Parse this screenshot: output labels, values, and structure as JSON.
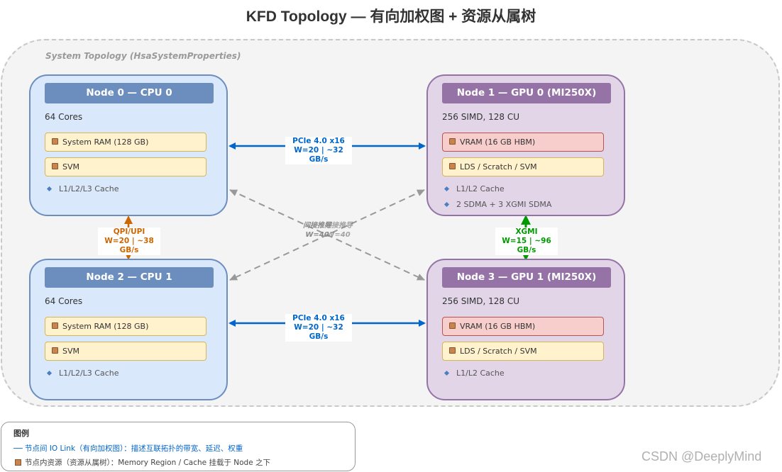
{
  "title": "KFD Topology — 有向加权图 + 资源从属树",
  "system_label": "System Topology (HsaSystemProperties)",
  "nodes": [
    {
      "header": "Node 0 — CPU 0",
      "sub": "64 Cores",
      "resources": [
        "System RAM (128 GB)",
        "SVM"
      ],
      "caches": [
        "L1/L2/L3 Cache"
      ]
    },
    {
      "header": "Node 1 — GPU 0 (MI250X)",
      "sub": "256 SIMD, 128 CU",
      "resources": [
        "VRAM (16 GB HBM)",
        "LDS / Scratch / SVM"
      ],
      "caches": [
        "L1/L2 Cache",
        "2 SDMA + 3 XGMI SDMA"
      ]
    },
    {
      "header": "Node 2 — CPU 1",
      "sub": "64 Cores",
      "resources": [
        "System RAM (128 GB)",
        "SVM"
      ],
      "caches": [
        "L1/L2/L3 Cache"
      ]
    },
    {
      "header": "Node 3 — GPU 1 (MI250X)",
      "sub": "256 SIMD, 128 CU",
      "resources": [
        "VRAM (16 GB HBM)",
        "LDS / Scratch / SVM"
      ],
      "caches": [
        "L1/L2 Cache"
      ]
    }
  ],
  "links": {
    "pcie_top": {
      "line1": "PCIe 4.0 x16",
      "line2": "W=20 | ~32 GB/s"
    },
    "pcie_bottom": {
      "line1": "PCIe 4.0 x16",
      "line2": "W=20 | ~32 GB/s"
    },
    "qpi": {
      "line1": "QPI/UPI",
      "line2": "W=20 | ~38 GB/s"
    },
    "xgmi": {
      "line1": "XGMI",
      "line2": "W=15 | ~96 GB/s"
    },
    "indirect": {
      "line1": "间接推导",
      "line2": "W=40",
      "line3": "间接推导",
      "line4": "W=40"
    }
  },
  "colors": {
    "pcie": "#0066cc",
    "qpi": "#cc6600",
    "xgmi": "#009900",
    "indirect": "#999999"
  },
  "legend": {
    "title": "图例",
    "line_item": "── 节点间 IO Link（有向加权图）：描述互联拓扑的带宽、延迟、权重",
    "res_item": "节点内资源（资源从属树）：Memory Region / Cache 挂载于 Node 之下"
  },
  "watermark": "CSDN @DeeplyMind"
}
